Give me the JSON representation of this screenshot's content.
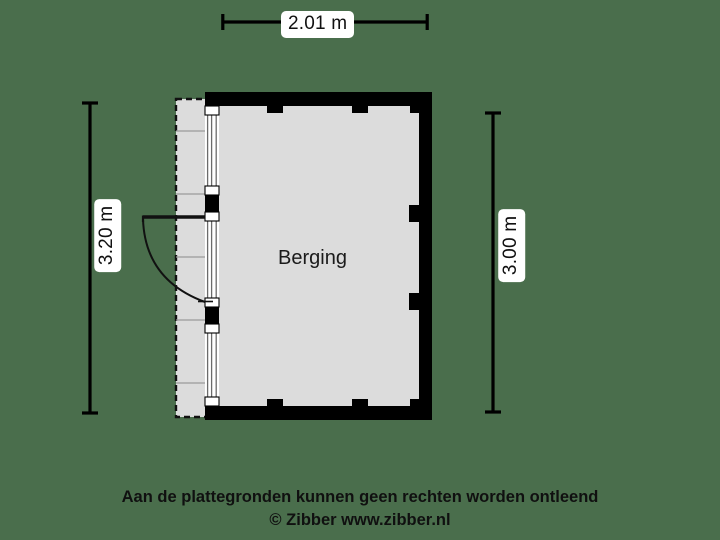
{
  "meta": {
    "background_color": "#4a6e4c",
    "floor_fill": "#dcdcdc",
    "wall_color": "#000000",
    "dimension_color": "#000000"
  },
  "dimensions": {
    "top": {
      "value": "2.01 m",
      "orientation": "horizontal"
    },
    "left": {
      "value": "3.20 m",
      "orientation": "vertical"
    },
    "right": {
      "value": "3.00 m",
      "orientation": "vertical"
    }
  },
  "rooms": [
    {
      "name": "Berging"
    }
  ],
  "footer": {
    "line1": "Aan de plattegronden kunnen geen rechten worden ontleend",
    "line2": "© Zibber www.zibber.nl"
  }
}
